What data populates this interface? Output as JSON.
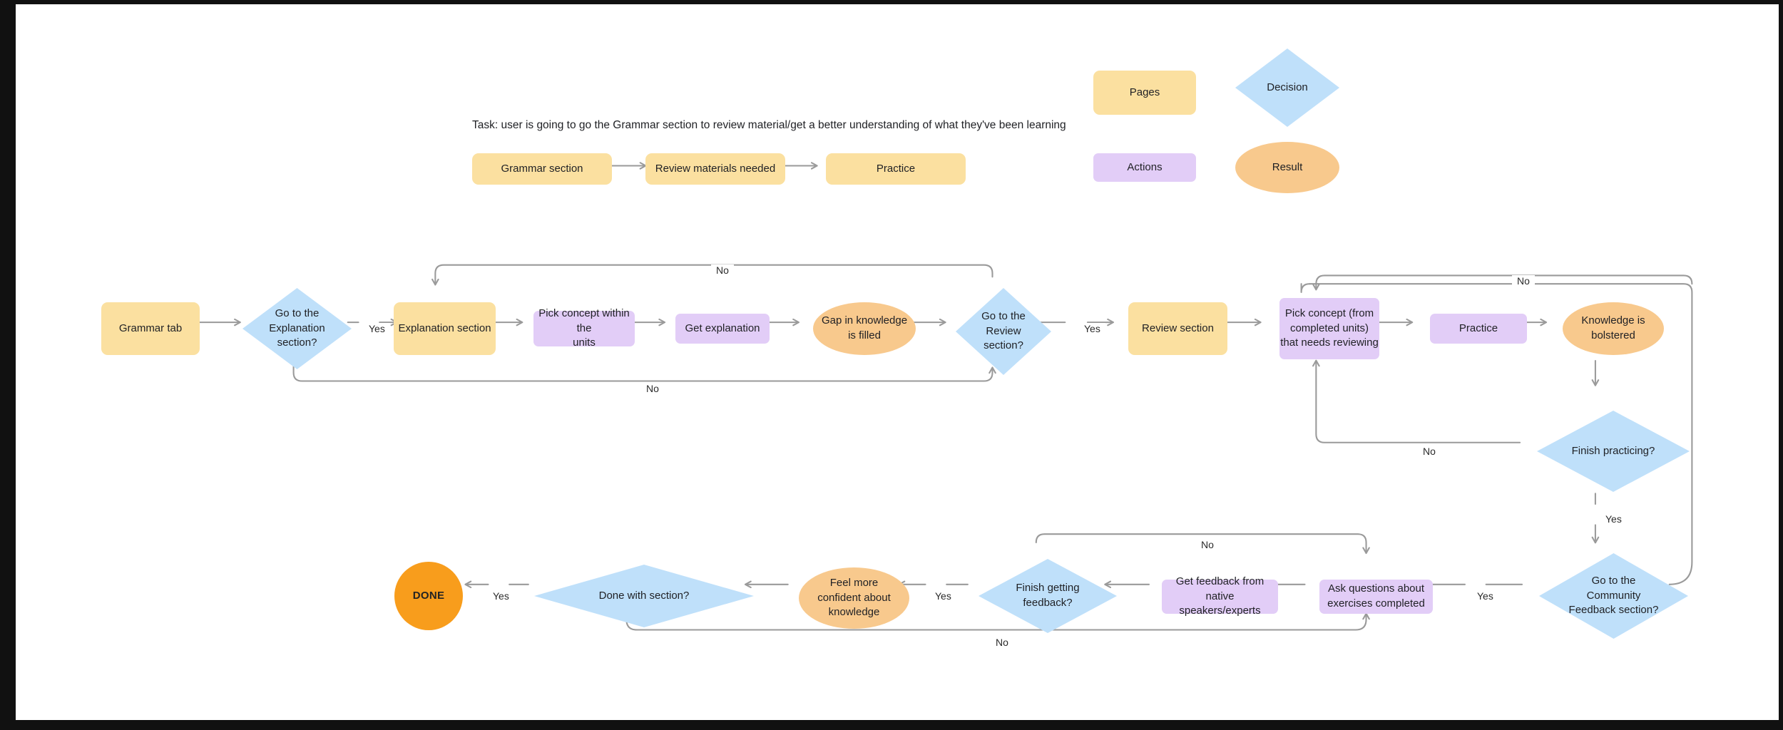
{
  "title": "User flow — Grammar section review",
  "colors": {
    "page": "#fbe0a0",
    "action": "#e2cdf7",
    "decision": "#bfe0fa",
    "result": "#f8c98d",
    "done": "#f89d1c",
    "wire": "#9a9a9a",
    "text": "#1f2024",
    "background": "#ffffff"
  },
  "task": {
    "text": "Task: user is going to go the Grammar section to review material/get a better understanding of what they've been learning"
  },
  "task_flow": {
    "steps": [
      {
        "label": "Grammar section",
        "type": "page"
      },
      {
        "label": "Review materials needed",
        "type": "page"
      },
      {
        "label": "Practice",
        "type": "page"
      }
    ]
  },
  "legend": {
    "items": [
      {
        "label": "Pages",
        "shape": "rectangle",
        "color": "#fbe0a0"
      },
      {
        "label": "Actions",
        "shape": "rectangle",
        "color": "#e2cdf7"
      },
      {
        "label": "Decision",
        "shape": "diamond",
        "color": "#bfe0fa"
      },
      {
        "label": "Result",
        "shape": "ellipse",
        "color": "#f8c98d"
      }
    ]
  },
  "nodes": {
    "grammar_tab": "Grammar tab",
    "go_explanation": "Go to the\nExplanation\nsection?",
    "go_explanation_l1": "Go to the",
    "go_explanation_l2": "Explanation",
    "go_explanation_l3": "section?",
    "explanation_section": "Explanation section",
    "pick_concept_units_l1": "Pick concept within the",
    "pick_concept_units_l2": "units",
    "get_explanation": "Get explanation",
    "gap_filled_l1": "Gap in knowledge",
    "gap_filled_l2": "is filled",
    "go_review_l1": "Go to the",
    "go_review_l2": "Review",
    "go_review_l3": "section?",
    "review_section": "Review section",
    "pick_concept_review_l1": "Pick concept (from",
    "pick_concept_review_l2": "completed units)",
    "pick_concept_review_l3": "that needs reviewing",
    "practice": "Practice",
    "knowledge_bolstered_l1": "Knowledge is",
    "knowledge_bolstered_l2": "bolstered",
    "finish_practicing": "Finish practicing?",
    "go_community_l1": "Go to the",
    "go_community_l2": "Community",
    "go_community_l3": "Feedback section?",
    "ask_questions_l1": "Ask questions about",
    "ask_questions_l2": "exercises completed",
    "get_feedback_l1": "Get feedback from native",
    "get_feedback_l2": "speakers/experts",
    "finish_feedback_l1": "Finish getting",
    "finish_feedback_l2": "feedback?",
    "feel_confident_l1": "Feel more",
    "feel_confident_l2": "confident about",
    "feel_confident_l3": "knowledge",
    "done_with_section": "Done with section?",
    "done": "DONE"
  },
  "edge_labels": {
    "yes_explanation": "Yes",
    "no_explanation": "No",
    "no_review_back": "No",
    "yes_review": "Yes",
    "no_finish_practicing_top": "No",
    "no_finish_practicing": "No",
    "yes_finish_practicing": "Yes",
    "yes_community": "Yes",
    "no_feedback": "No",
    "yes_feedback": "Yes",
    "yes_done": "Yes",
    "no_done": "No"
  }
}
